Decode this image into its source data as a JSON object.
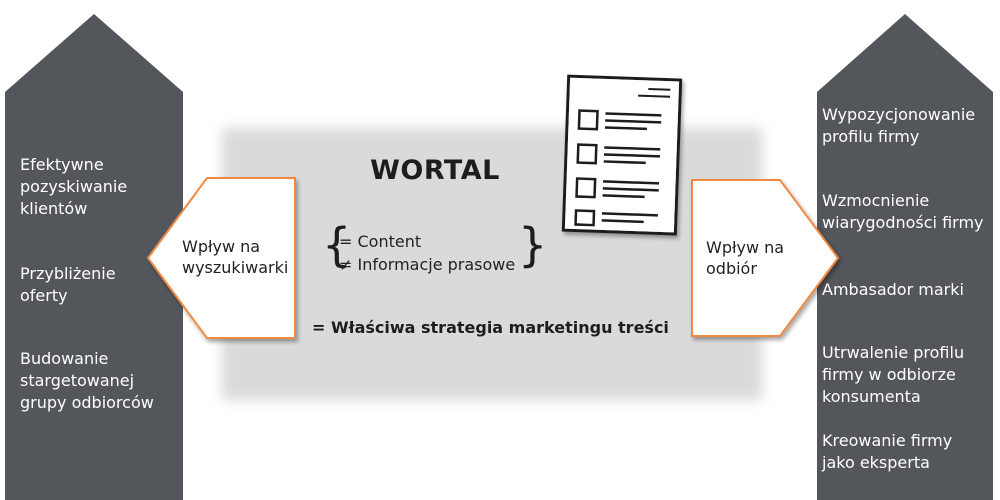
{
  "left_column": {
    "items": [
      [
        "Efektywne",
        "pozyskiwanie",
        "klientów"
      ],
      [
        "Przybliżenie",
        "oferty"
      ],
      [
        "Budowanie",
        "stargetowanej",
        "grupy odbiorców"
      ]
    ]
  },
  "right_column": {
    "items": [
      [
        "Wypozycjonowanie",
        "profilu firmy"
      ],
      [
        "Wzmocnienie",
        "wiarygodności firmy"
      ],
      [
        "Ambasador marki"
      ],
      [
        "Utrwalenie profilu",
        "firmy w odbiorze",
        "konsumenta"
      ],
      [
        "Kreowanie firmy",
        "jako eksperta"
      ]
    ]
  },
  "left_arrow": {
    "lines": [
      "Wpływ na",
      "wyszukiwarki"
    ]
  },
  "right_arrow": {
    "lines": [
      "Wpływ na",
      "odbiór"
    ]
  },
  "center": {
    "title": "WORTAL",
    "formula": [
      "= Content",
      "≠ Informacje prasowe"
    ],
    "conclusion": "= Właściwa strategia marketingu treści"
  },
  "colors": {
    "column_fill": "#53565a",
    "center_fill": "#dadada",
    "arrow_border": "#f08a42",
    "arrow_fill": "#ffffff",
    "text_dark": "#1d1d1d"
  }
}
